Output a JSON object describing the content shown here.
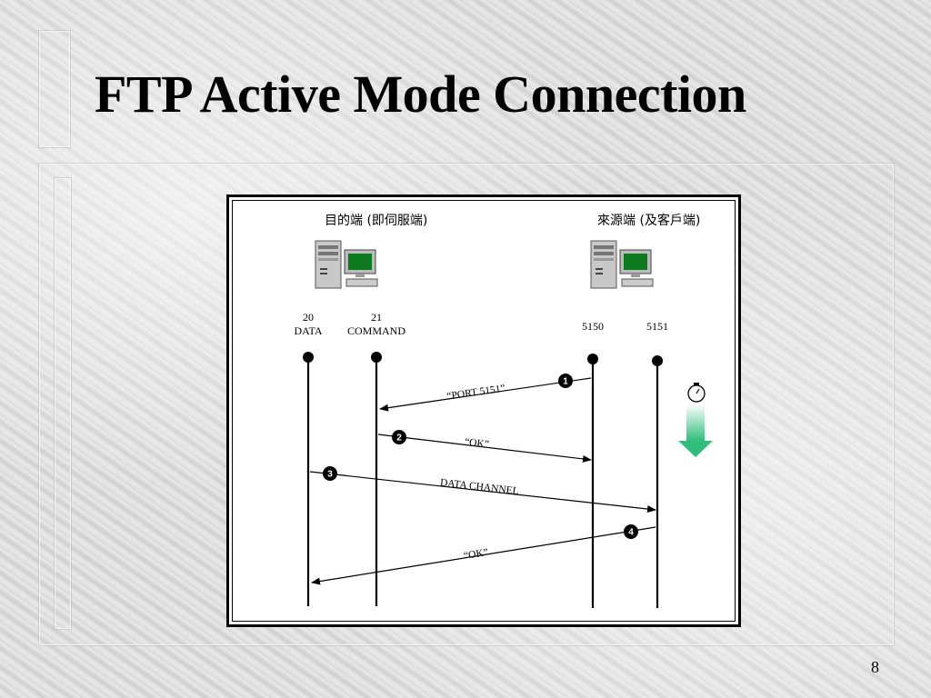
{
  "slide": {
    "title": "FTP Active Mode Connection",
    "page_number": "8"
  },
  "diagram": {
    "server_label": "目的端 (即伺服端)",
    "client_label": "來源端 (及客戶端)",
    "ports": {
      "p20_num": "20",
      "p20_name": "DATA",
      "p21_num": "21",
      "p21_name": "COMMAND",
      "p5150": "5150",
      "p5151": "5151"
    },
    "messages": [
      {
        "step": "1",
        "text": "“PORT 5151”",
        "from": "5150",
        "to": "21"
      },
      {
        "step": "2",
        "text": "“OK”",
        "from": "21",
        "to": "5150"
      },
      {
        "step": "3",
        "text": "DATA CHANNEL",
        "from": "20",
        "to": "5151"
      },
      {
        "step": "4",
        "text": "“OK”",
        "from": "5151",
        "to": "20"
      }
    ]
  }
}
